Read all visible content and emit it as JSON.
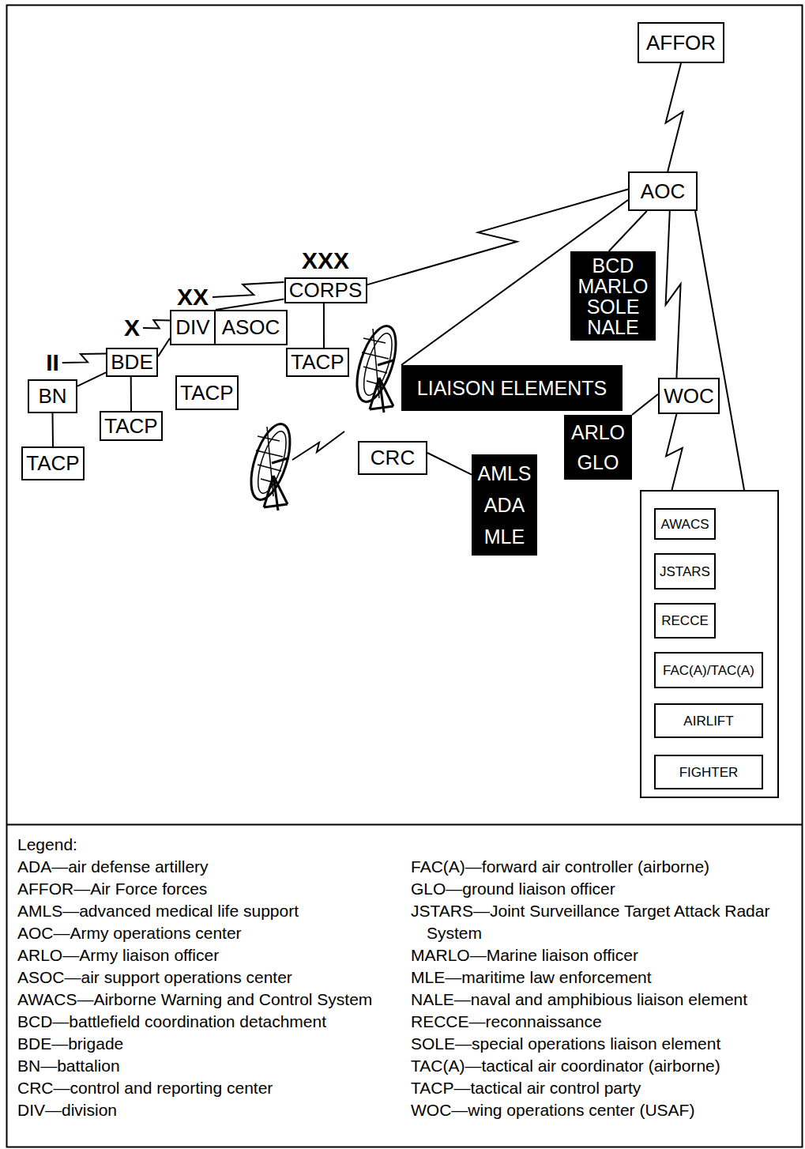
{
  "diagram": {
    "nodes": [
      {
        "text": [
          "AFFOR"
        ]
      },
      {
        "text": [
          "AOC"
        ]
      },
      {
        "text": [
          "BCD",
          "MARLO",
          "SOLE",
          "NALE"
        ]
      },
      {
        "text": [
          "XXX",
          "CORPS"
        ]
      },
      {
        "text": [
          "XX",
          "DIV"
        ]
      },
      {
        "text": [
          "ASOC"
        ]
      },
      {
        "text": [
          "X",
          "BDE"
        ]
      },
      {
        "text": [
          "II",
          "BN"
        ]
      },
      {
        "text": [
          "TACP"
        ]
      },
      {
        "text": [
          "TACP"
        ]
      },
      {
        "text": [
          "TACP"
        ]
      },
      {
        "text": [
          "TACP"
        ]
      },
      {
        "text": [
          "LIAISON ELEMENTS"
        ]
      },
      {
        "text": [
          "WOC"
        ]
      },
      {
        "text": [
          "ARLO",
          "GLO"
        ]
      },
      {
        "text": [
          "CRC"
        ]
      },
      {
        "text": [
          "AMLS",
          "ADA",
          "MLE"
        ]
      },
      {
        "text": []
      },
      {
        "text": [
          "AWACS"
        ],
        "in": 17
      },
      {
        "text": [
          "JSTARS"
        ],
        "in": 17
      },
      {
        "text": [
          "RECCE"
        ],
        "in": 17
      },
      {
        "text": [
          "FAC(A)/TAC(A)"
        ],
        "in": 17
      },
      {
        "text": [
          "AIRLIFT"
        ],
        "in": 17
      },
      {
        "text": [
          "FIGHTER"
        ],
        "in": 17
      }
    ],
    "edges": [
      {
        "from": 0,
        "to": 1,
        "arrow": "none"
      },
      {
        "from": 1,
        "to": 2,
        "arrow": "none"
      },
      {
        "from": 3,
        "to": 1,
        "arrow": "none"
      },
      {
        "from": 1,
        "to": 12,
        "arrow": "none"
      },
      {
        "from": 3,
        "to": 8,
        "arrow": "none"
      },
      {
        "from": 4,
        "to": 3,
        "arrow": "none"
      },
      {
        "from": 4,
        "to": 3,
        "arrow": "none"
      },
      {
        "from": 6,
        "to": 4,
        "arrow": "none"
      },
      {
        "from": 6,
        "to": 4,
        "arrow": "none"
      },
      {
        "from": 6,
        "to": 10,
        "arrow": "none"
      },
      {
        "from": 7,
        "to": 6,
        "arrow": "none"
      },
      {
        "from": 7,
        "to": 6,
        "arrow": "none"
      },
      {
        "from": 7,
        "to": 11,
        "arrow": "none"
      },
      {
        "from": 15,
        "to": 16,
        "arrow": "none"
      },
      {
        "from": 1,
        "to": 13,
        "arrow": "none"
      },
      {
        "from": 13,
        "to": 14,
        "arrow": "none"
      },
      {
        "from": 13,
        "to": 17,
        "arrow": "none"
      },
      {
        "from": 1,
        "to": 17,
        "arrow": "none"
      }
    ],
    "labels": [
      "Legend:"
    ],
    "legend": [
      {
        "text": "ADA—air defense artillery"
      },
      {
        "text": "AFFOR—Air Force forces"
      },
      {
        "text": "AMLS—advanced medical life support"
      },
      {
        "text": "AOC—Army operations center"
      },
      {
        "text": "ARLO—Army liaison officer"
      },
      {
        "text": "ASOC—air support operations center"
      },
      {
        "text": "AWACS—Airborne Warning and Control System"
      },
      {
        "text": "BCD—battlefield coordination detachment"
      },
      {
        "text": "BDE—brigade"
      },
      {
        "text": "BN—battalion"
      },
      {
        "text": "CRC—control and reporting center"
      },
      {
        "text": "DIV—division"
      },
      {
        "text": "FAC(A)—forward air controller (airborne)"
      },
      {
        "text": "GLO—ground liaison officer"
      },
      {
        "text": "JSTARS—Joint Surveillance Target Attack Radar System"
      },
      {
        "text": "MARLO—Marine liaison officer"
      },
      {
        "text": "MLE—maritime law enforcement"
      },
      {
        "text": "NALE—naval and amphibious liaison element"
      },
      {
        "text": "RECCE—reconnaissance"
      },
      {
        "text": "SOLE—special operations liaison element"
      },
      {
        "text": "TAC(A)—tactical air coordinator (airborne)"
      },
      {
        "text": "TACP—tactical air control party"
      },
      {
        "text": "WOC—wing operations center (USAF)"
      }
    ]
  }
}
